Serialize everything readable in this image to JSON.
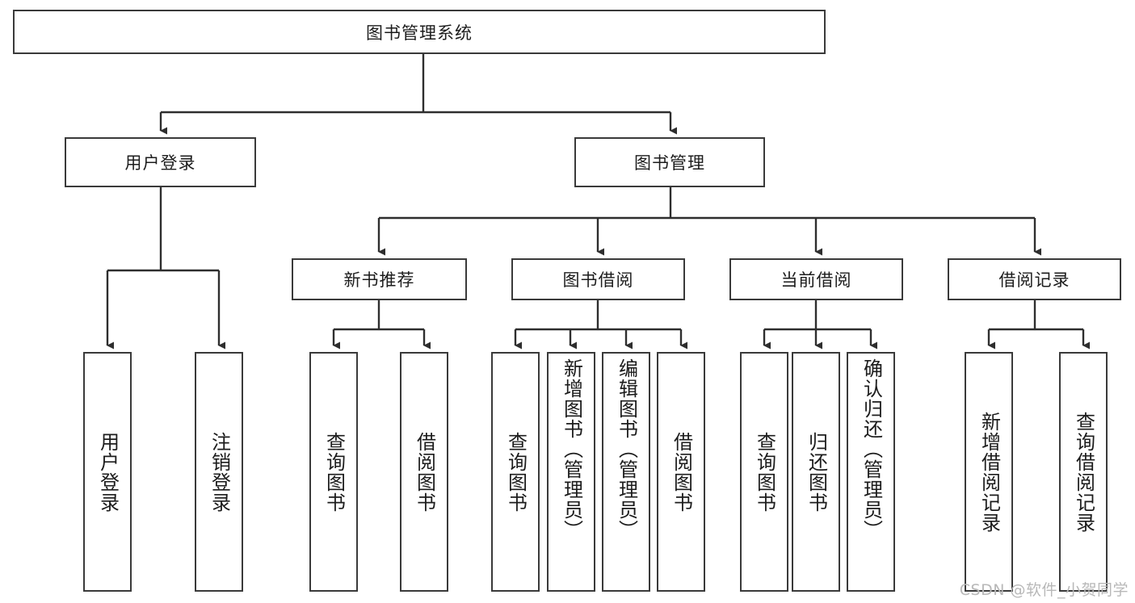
{
  "diagram": {
    "type": "tree-hierarchy",
    "title": "图书管理系统",
    "root": {
      "label": "图书管理系统",
      "level": 1
    },
    "level2": [
      {
        "label": "用户登录"
      },
      {
        "label": "图书管理"
      }
    ],
    "level3": [
      {
        "label": "新书推荐"
      },
      {
        "label": "图书借阅"
      },
      {
        "label": "当前借阅"
      },
      {
        "label": "借阅记录"
      }
    ],
    "leaves": {
      "user_login": [
        {
          "label": "用户登录"
        },
        {
          "label": "注销登录"
        }
      ],
      "new_book_recommend": [
        {
          "label": "查询图书"
        },
        {
          "label": "借阅图书"
        }
      ],
      "book_borrow": [
        {
          "label": "查询图书"
        },
        {
          "label": "新增图书（管理员）"
        },
        {
          "label": "编辑图书（管理员）"
        },
        {
          "label": "借阅图书"
        }
      ],
      "current_borrow": [
        {
          "label": "查询图书"
        },
        {
          "label": "归还图书"
        },
        {
          "label": "确认归还（管理员）"
        }
      ],
      "borrow_record": [
        {
          "label": "新增借阅记录"
        },
        {
          "label": "查询借阅记录"
        }
      ]
    }
  },
  "watermark": {
    "text": "CSDN @软件_小贺同学"
  },
  "colors": {
    "stroke": "#3a3a3a",
    "background": "#ffffff",
    "text": "#1c1c1c",
    "watermark": "#b8b8b8"
  }
}
